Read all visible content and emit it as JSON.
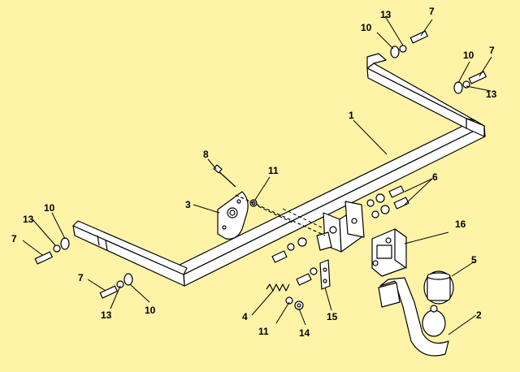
{
  "colors": {
    "background": "#fff3a8",
    "part_fill": "#ffffff",
    "line": "#000000"
  },
  "part_numbers": {
    "p1": "1",
    "p2": "2",
    "p3": "3",
    "p4": "4",
    "p5": "5",
    "p6": "6",
    "p7a": "7",
    "p7b": "7",
    "p7c": "7",
    "p7d": "7",
    "p8": "8",
    "p10a": "10",
    "p10b": "10",
    "p10c": "10",
    "p10d": "10",
    "p11a": "11",
    "p11b": "11",
    "p13a": "13",
    "p13b": "13",
    "p13c": "13",
    "p13d": "13",
    "p14": "14",
    "p15": "15",
    "p16": "16"
  }
}
